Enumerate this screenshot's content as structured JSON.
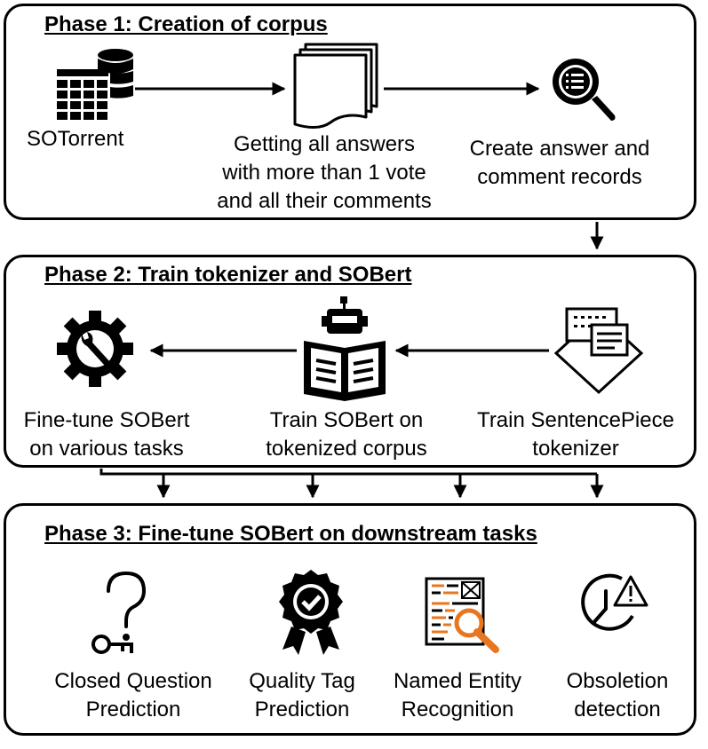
{
  "phase1": {
    "title": "Phase 1: Creation of corpus",
    "source": "SOTorrent",
    "step2": [
      "Getting all answers",
      "with more than 1 vote",
      "and all their comments"
    ],
    "step3": [
      "Create answer and",
      "comment records"
    ]
  },
  "phase2": {
    "title": "Phase 2: Train tokenizer and SOBert",
    "finetune": [
      "Fine-tune SOBert",
      "on various tasks"
    ],
    "train_sobert": [
      "Train SOBert on",
      "tokenized corpus"
    ],
    "train_tokenizer": [
      "Train SentencePiece",
      "tokenizer"
    ]
  },
  "phase3": {
    "title": "Phase 3: Fine-tune SOBert on downstream tasks",
    "tasks": [
      {
        "line1": "Closed Question",
        "line2": "Prediction",
        "icon": "question-key-icon"
      },
      {
        "line1": "Quality Tag",
        "line2": "Prediction",
        "icon": "quality-badge-icon"
      },
      {
        "line1": "Named Entity",
        "line2": "Recognition",
        "icon": "document-search-icon"
      },
      {
        "line1": "Obsoletion",
        "line2": "detection",
        "icon": "clock-warning-icon"
      }
    ]
  },
  "colors": {
    "stroke": "#000000",
    "accent_orange": "#e8761e",
    "background": "#ffffff"
  }
}
